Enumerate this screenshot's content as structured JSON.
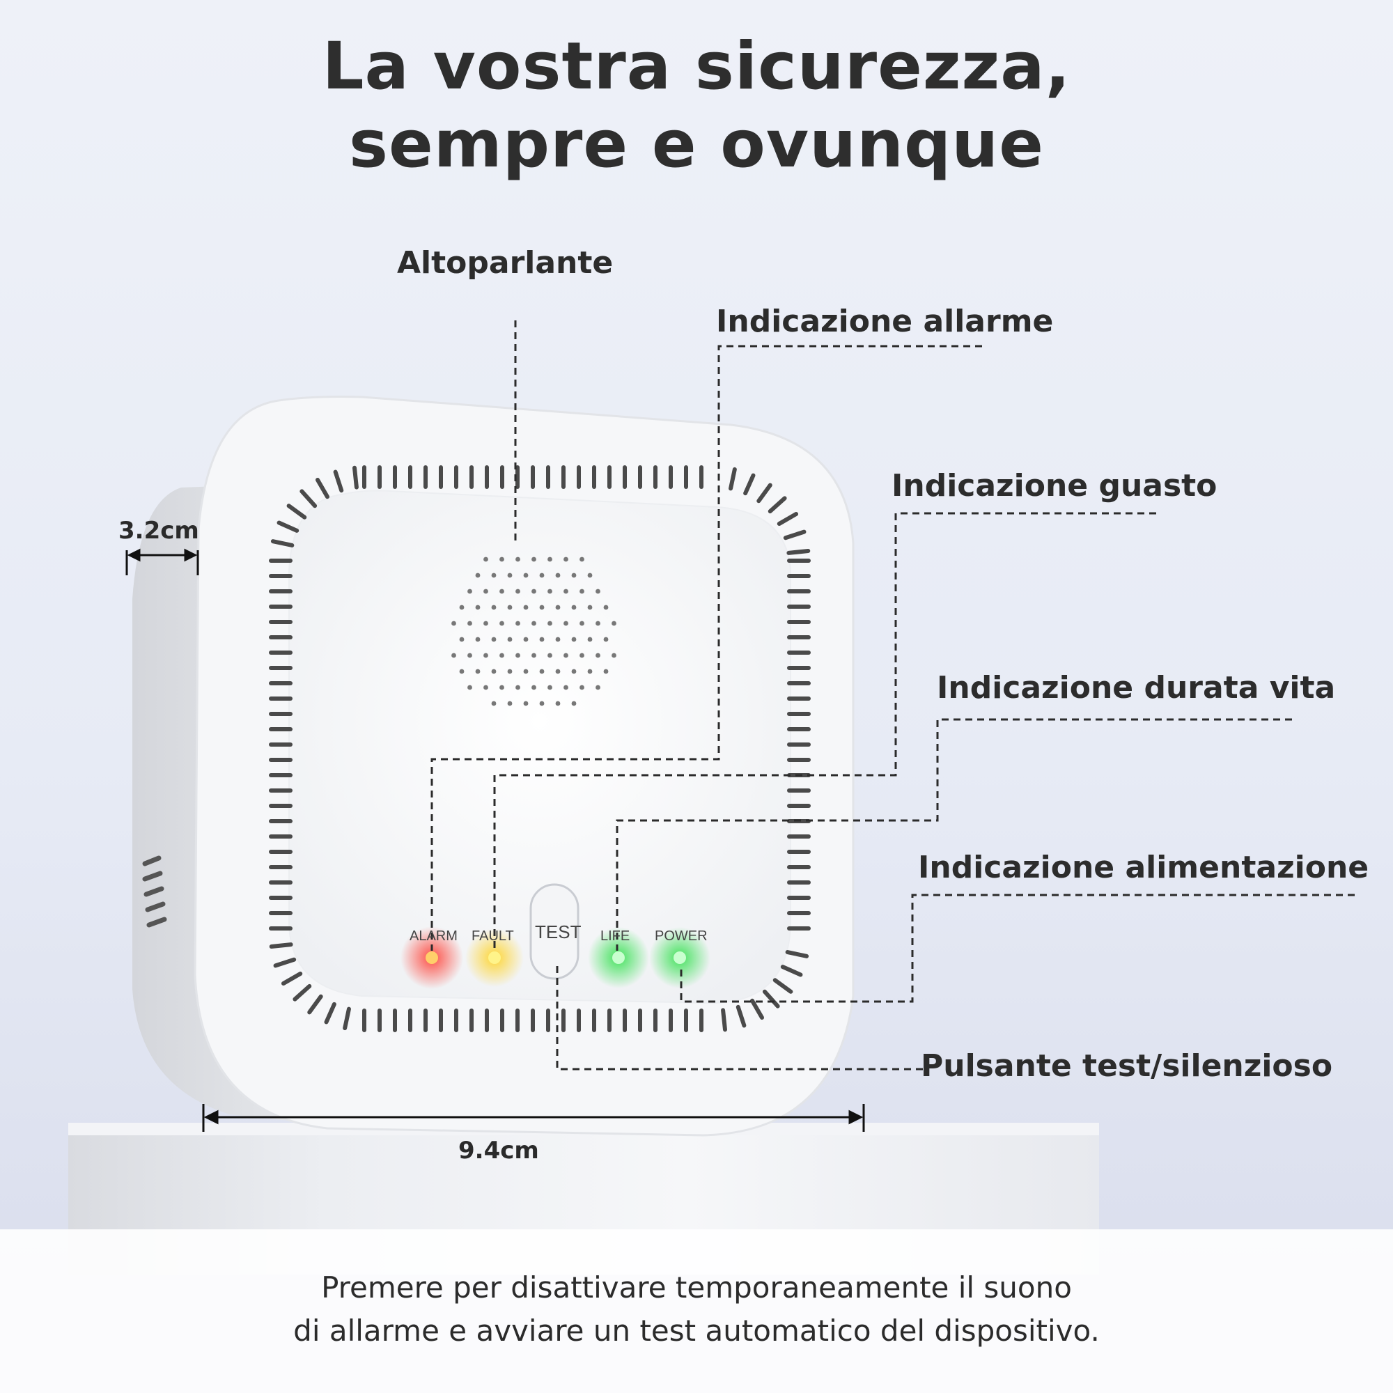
{
  "title": {
    "line1": "La vostra sicurezza,",
    "line2": "sempre e ovunque"
  },
  "callouts": {
    "speaker": "Altoparlante",
    "alarm_indicator": "Indicazione allarme",
    "fault_indicator": "Indicazione guasto",
    "life_indicator": "Indicazione durata vita",
    "power_indicator": "Indicazione alimentazione",
    "test_button": "Pulsante test/silenzioso"
  },
  "dimensions": {
    "depth": "3.2cm",
    "width": "9.4cm"
  },
  "device": {
    "leds": [
      {
        "label": "ALARM",
        "color": "#ff3b30"
      },
      {
        "label": "FAULT",
        "color": "#ffd21f"
      },
      {
        "label": "LIFE",
        "color": "#2ee04a"
      },
      {
        "label": "POWER",
        "color": "#2ee04a"
      }
    ],
    "test_label": "TEST"
  },
  "footer": {
    "line1": "Premere per disattivare temporaneamente il suono",
    "line2": "di allarme e avviare un test automatico del dispositivo."
  }
}
